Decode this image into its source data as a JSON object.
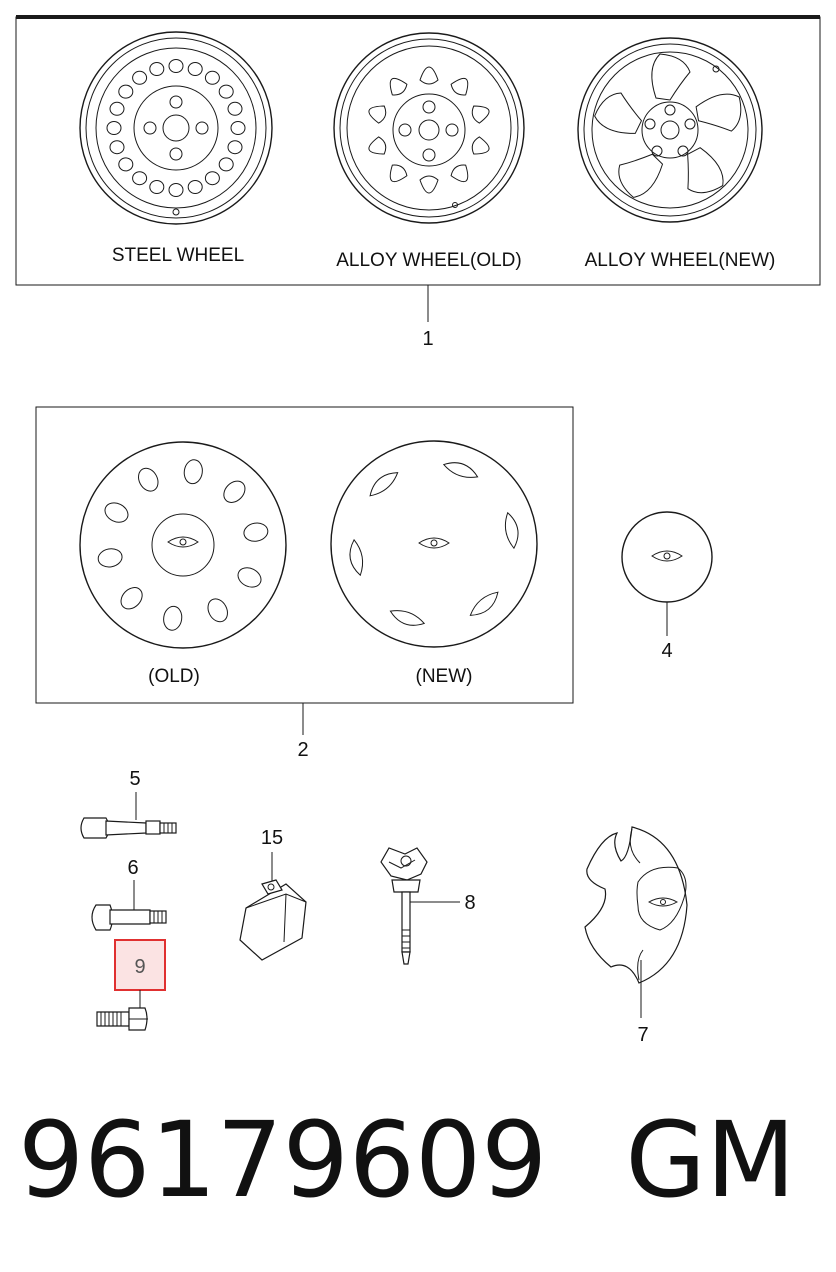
{
  "wheels_group": {
    "steel_wheel_label": "STEEL WHEEL",
    "alloy_old_label": "ALLOY WHEEL(OLD)",
    "alloy_new_label": "ALLOY WHEEL(NEW)",
    "callout": "1"
  },
  "covers_group": {
    "old_label": "(OLD)",
    "new_label": "(NEW)",
    "callout": "2"
  },
  "callouts": {
    "center_cap": "4",
    "valve_long": "5",
    "valve_short": "6",
    "hub_cap": "7",
    "bolt_assembly": "8",
    "wheel_bolt": "9",
    "balance_weight": "15"
  },
  "highlighted_callout": "9",
  "highlight_color": "#e03030",
  "footer": {
    "part_number": "96179609",
    "brand": "GM"
  }
}
